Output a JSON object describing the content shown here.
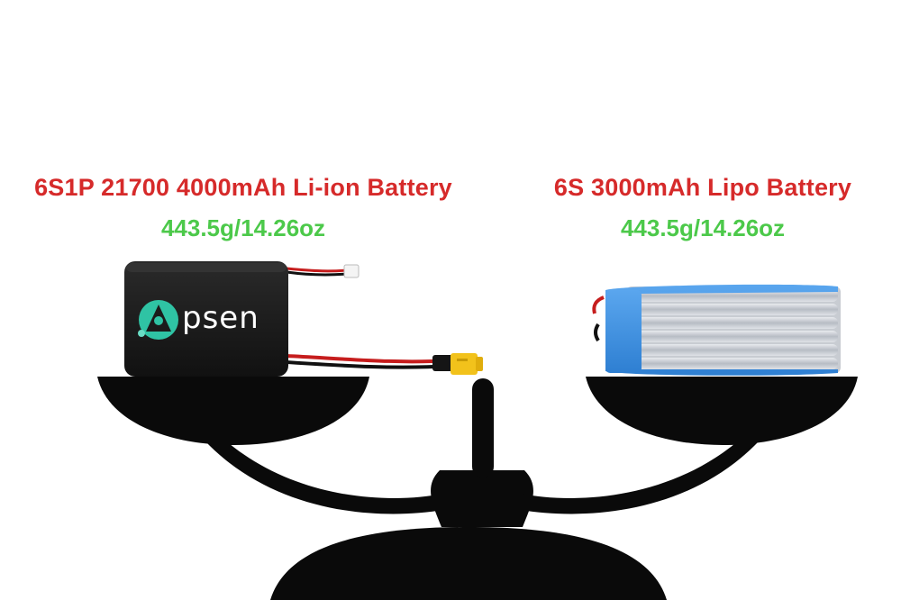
{
  "left_item": {
    "title": "6S1P 21700 4000mAh Li-ion Battery",
    "weight": "443.5g/14.26oz",
    "brand_logo_text": "psen"
  },
  "right_item": {
    "title": "6S 3000mAh Lipo Battery",
    "weight": "443.5g/14.26oz"
  },
  "colors": {
    "title": "#d62a2a",
    "weight": "#4cc94a",
    "scale": "#0a0a0a",
    "liion_body": "#1b1b1b",
    "lipo_wrap": "#3b8fe0",
    "lipo_cells": "#c8ccd2",
    "connector": "#f2c21b"
  },
  "icons": [
    "balance-scale-icon",
    "apsen-logo-icon"
  ]
}
